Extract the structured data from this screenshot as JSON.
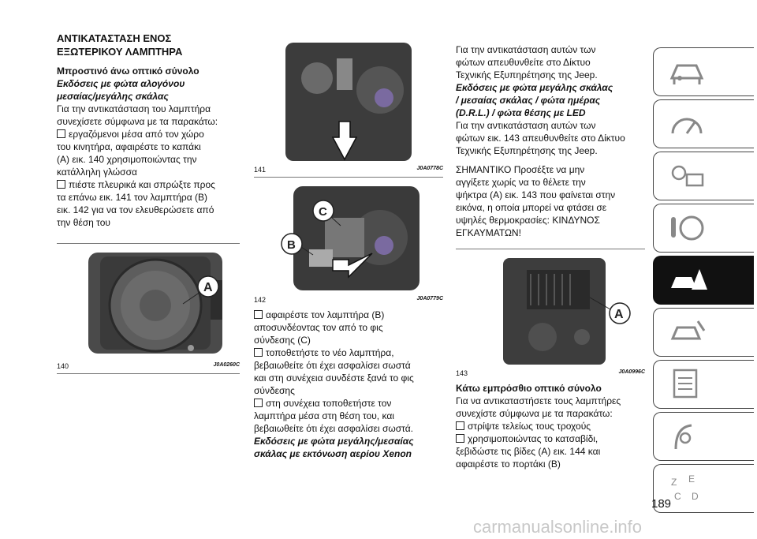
{
  "col1": {
    "title_l1": "ΑΝΤΙΚΑΤΑΣΤΑΣΗ ΕΝΟΣ",
    "title_l2": "ΕΞΩΤΕΡΙΚΟΥ ΛΑΜΠΤΗΡΑ",
    "subhead": "Μπροστινό άνω οπτικό σύνολο",
    "italic_l1": "Εκδόσεις με φώτα αλογόνου",
    "italic_l2": "μεσαίας/μεγάλης σκάλας",
    "intro_l1": "Για την αντικατάσταση του λαμπτήρα",
    "intro_l2": "συνεχίσετε σύμφωνα με τα παρακάτω:",
    "b1_l1": "εργαζόμενοι μέσα από τον χώρο",
    "b1_l2": "του κινητήρα, αφαιρέστε το καπάκι",
    "b1_l3": "(A) εικ. 140 χρησιμοποιώντας την",
    "b1_l4": "κατάλληλη γλώσσα",
    "b2_l1": "πιέστε πλευρικά και σπρώξτε προς",
    "b2_l2": "τα επάνω εικ. 141 τον λαμπτήρα (B)",
    "b2_l3": "εικ. 142 για να τον ελευθερώσετε από",
    "b2_l4": "την θέση του",
    "fig_num": "140",
    "fig_code": "J0A0260C",
    "fig_label": "A"
  },
  "col2": {
    "fig1_num": "141",
    "fig1_code": "J0A0778C",
    "fig2_num": "142",
    "fig2_code": "J0A0779C",
    "fig2_label_c": "C",
    "fig2_label_b": "B",
    "b1_l1": "αφαιρέστε τον λαμπτήρα (B)",
    "b1_l2": "αποσυνδέοντας τον από το φις",
    "b1_l3": "σύνδεσης (C)",
    "b2_l1": "τοποθετήστε το νέο λαμπτήρα,",
    "b2_l2": "βεβαιωθείτε ότι έχει ασφαλίσει σωστά",
    "b2_l3": "και στη συνέχεια συνδέστε ξανά το φις",
    "b2_l4": "σύνδεσης",
    "b3_l1": "στη συνέχεια τοποθετήστε τον",
    "b3_l2": "λαμπτήρα μέσα στη θέση του, και",
    "b3_l3": "βεβαιωθείτε ότι έχει ασφαλίσει σωστά.",
    "it_l1": "Εκδόσεις με φώτα μεγάλης/μεσαίας",
    "it_l2": "σκάλας με εκτόνωση αερίου Xenon"
  },
  "col3": {
    "p1_l1": "Για την αντικατάσταση αυτών των",
    "p1_l2": "φώτων απευθυνθείτε στο Δίκτυο",
    "p1_l3": "Τεχνικής Εξυπηρέτησης της Jeep.",
    "it_l1": "Εκδόσεις με φώτα μεγάλης σκάλας",
    "it_l2": "/ μεσαίας σκάλας / φώτα ημέρας",
    "it_l3": "(D.R.L.) / φώτα θέσης με LED",
    "p2_l1": "Για την αντικατάσταση αυτών των",
    "p2_l2": "φώτων εικ. 143 απευθυνθείτε στο Δίκτυο",
    "p2_l3": "Τεχνικής Εξυπηρέτησης της Jeep.",
    "w_l1": "ΣΗΜΑΝΤΙΚΟ Προσέξτε να μην",
    "w_l2": "αγγίξετε χωρίς να το θέλετε την",
    "w_l3": "ψήκτρα (A) εικ. 143 που φαίνεται στην",
    "w_l4": "εικόνα, η οποία μπορεί να φτάσει σε",
    "w_l5": "υψηλές θερμοκρασίες: ΚΙΝΔΥΝΟΣ",
    "w_l6": "ΕΓΚΑΥΜΑΤΩΝ!",
    "fig_num": "143",
    "fig_code": "J0A0996C",
    "fig_label": "A",
    "subhead": "Κάτω εμπρόσθιο οπτικό σύνολο",
    "p3_l1": "Για να αντικαταστήσετε τους λαμπτήρες",
    "p3_l2": "συνεχίστε σύμφωνα με τα παρακάτω:",
    "b1": "στρίψτε τελείως τους τροχούς",
    "b2_l1": "χρησιμοποιώντας το κατσαβίδι,",
    "b2_l2": "ξεβιδώστε τις βίδες (A) εικ. 144 και",
    "b2_l3": "αφαιρέστε το πορτάκι (B)"
  },
  "page_number": "189",
  "watermark": "carmanualsonline.info",
  "sidebar_icons": [
    "car-dashboard-icon",
    "instruments-icon",
    "lights-message-icon",
    "safety-steering-icon",
    "emergency-icon",
    "maintenance-icon",
    "specs-list-icon",
    "multimedia-icon",
    "index-icon"
  ]
}
